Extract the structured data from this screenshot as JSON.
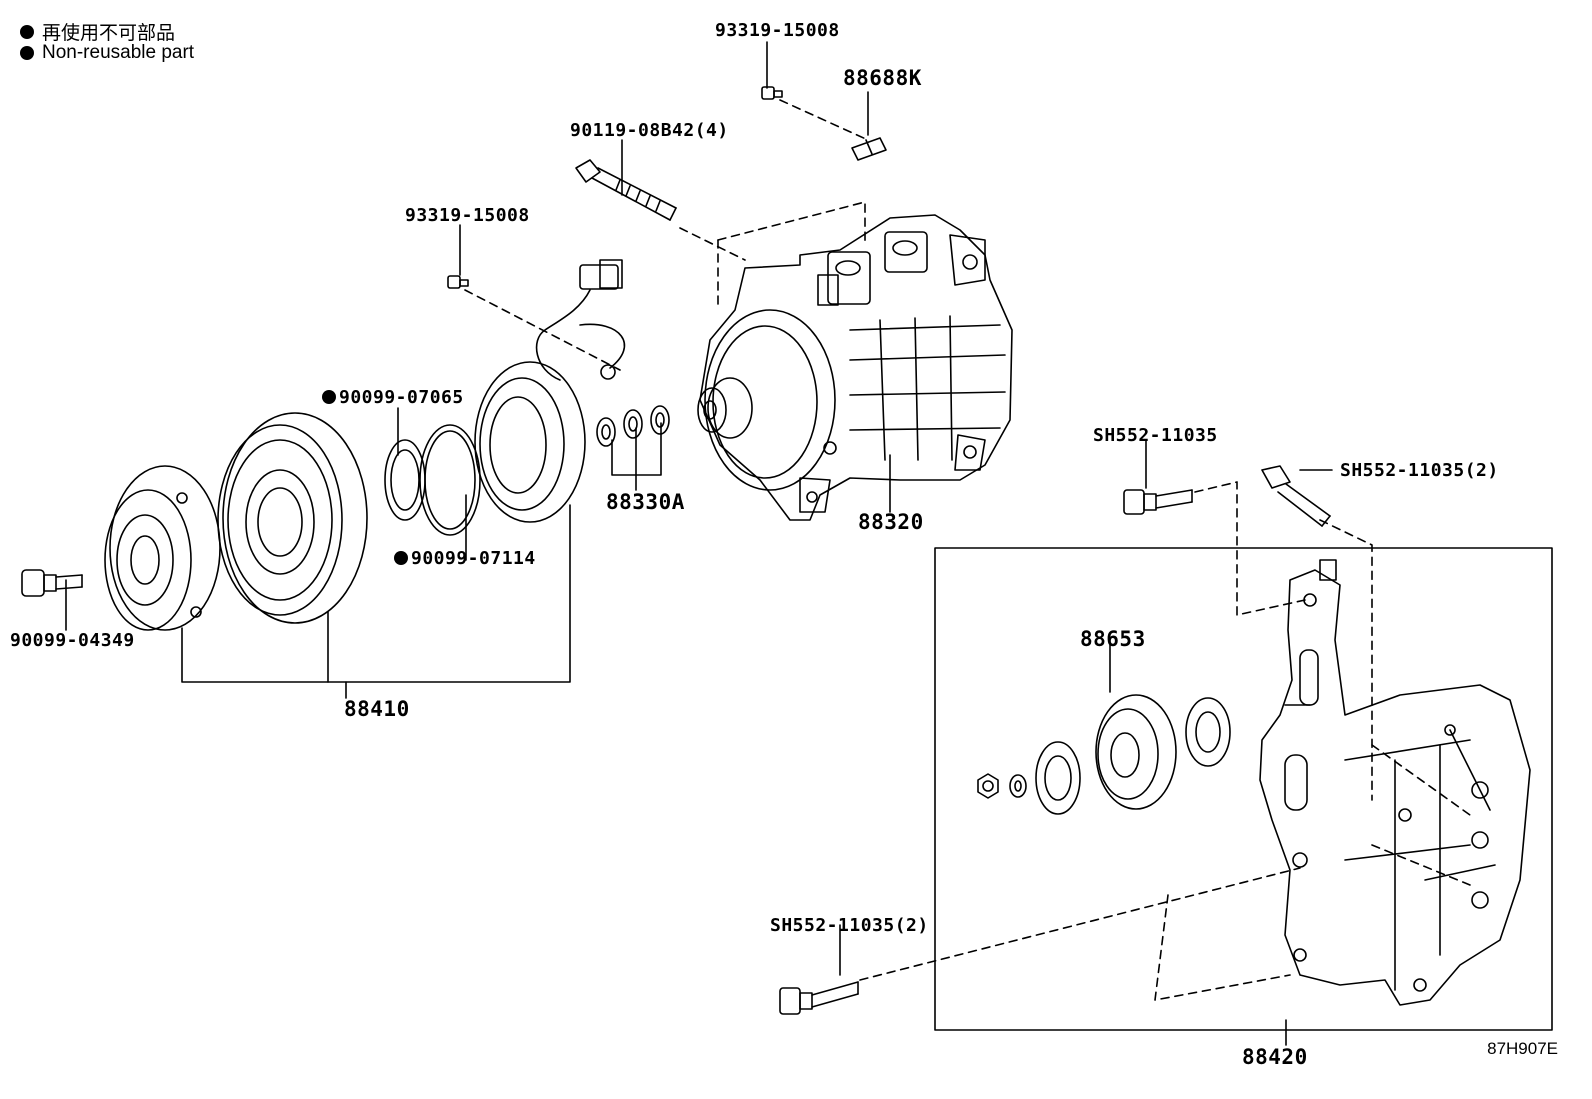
{
  "legend": {
    "jp": "再使用不可部品",
    "en": "Non-reusable part"
  },
  "labels": {
    "p93319_top": "93319-15008",
    "p88688K": "88688K",
    "p90119": "90119-08B42(4)",
    "p93319_mid": "93319-15008",
    "p90099_07065": "90099-07065",
    "p90099_07114": "90099-07114",
    "p88330A": "88330A",
    "p88320": "88320",
    "p90099_04349": "90099-04349",
    "p88410": "88410",
    "pSH552_a": "SH552-11035",
    "pSH552_b": "SH552-11035(2)",
    "p88653": "88653",
    "pSH552_c": "SH552-11035(2)",
    "p88420": "88420"
  },
  "non_reusable": [
    "90099-07065",
    "90099-07114"
  ],
  "diagram_code": "87H907E",
  "colors": {
    "ink": "#000000",
    "paper": "#ffffff"
  }
}
